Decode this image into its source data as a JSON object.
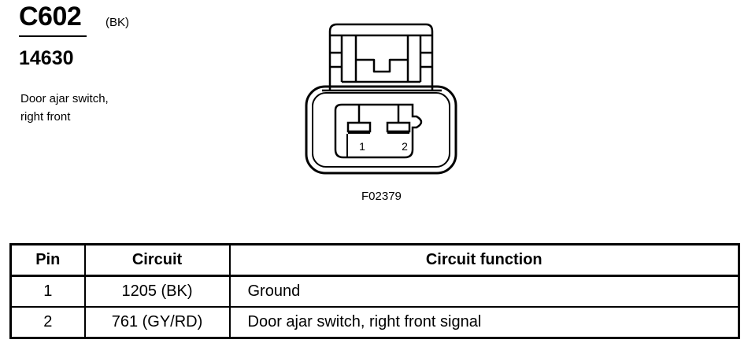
{
  "connector": {
    "id": "C602",
    "color_code": "(BK)",
    "part_number": "14630",
    "description_lines": [
      "Door ajar switch,",
      "right front"
    ],
    "figure_id": "F02379",
    "pin_labels": [
      "1",
      "2"
    ]
  },
  "table": {
    "headers": {
      "pin": "Pin",
      "circuit": "Circuit",
      "function": "Circuit function"
    },
    "rows": [
      {
        "pin": "1",
        "circuit": "1205 (BK)",
        "function": "Ground"
      },
      {
        "pin": "2",
        "circuit": "761 (GY/RD)",
        "function": "Door ajar switch, right front signal"
      }
    ]
  }
}
